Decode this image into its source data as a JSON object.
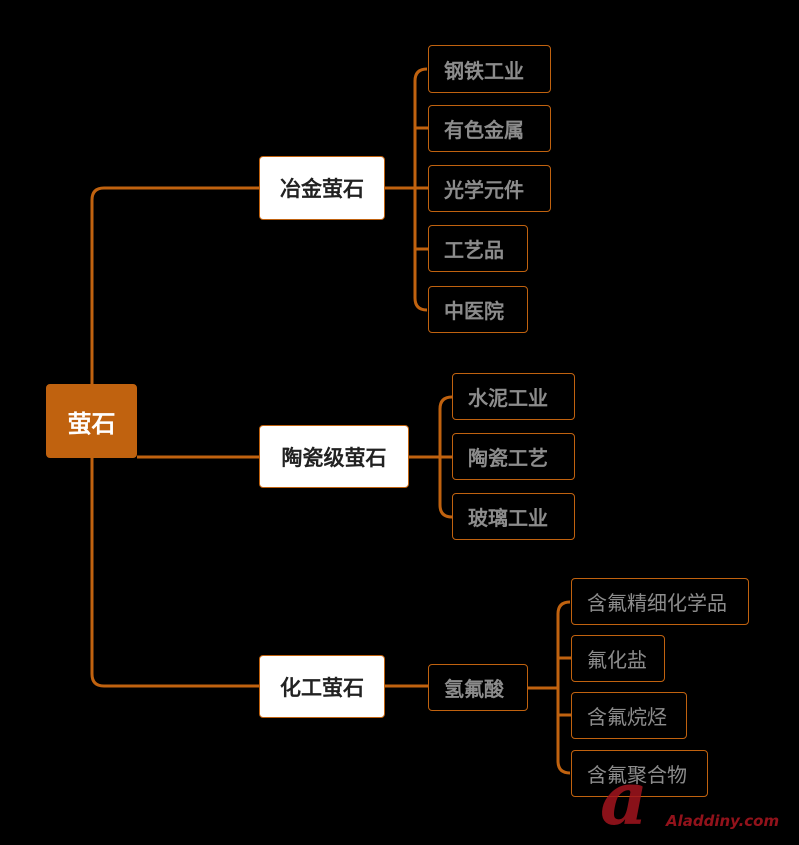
{
  "root": {
    "label": "萤石"
  },
  "branches": [
    {
      "label": "冶金萤石",
      "children": [
        "钢铁工业",
        "有色金属",
        "光学元件",
        "工艺品",
        "中医院"
      ]
    },
    {
      "label": "陶瓷级萤石",
      "children": [
        "水泥工业",
        "陶瓷工艺",
        "玻璃工业"
      ]
    },
    {
      "label": "化工萤石",
      "intermediate": "氢氟酸",
      "children": [
        "含氟精细化学品",
        "氟化盐",
        "含氟烷烃",
        "含氟聚合物"
      ]
    }
  ],
  "watermark": {
    "letter": "a",
    "text": "Aladdiny.com"
  },
  "colors": {
    "accent": "#c0620f",
    "background": "#000000",
    "leaf_text": "#8c8c8c"
  }
}
